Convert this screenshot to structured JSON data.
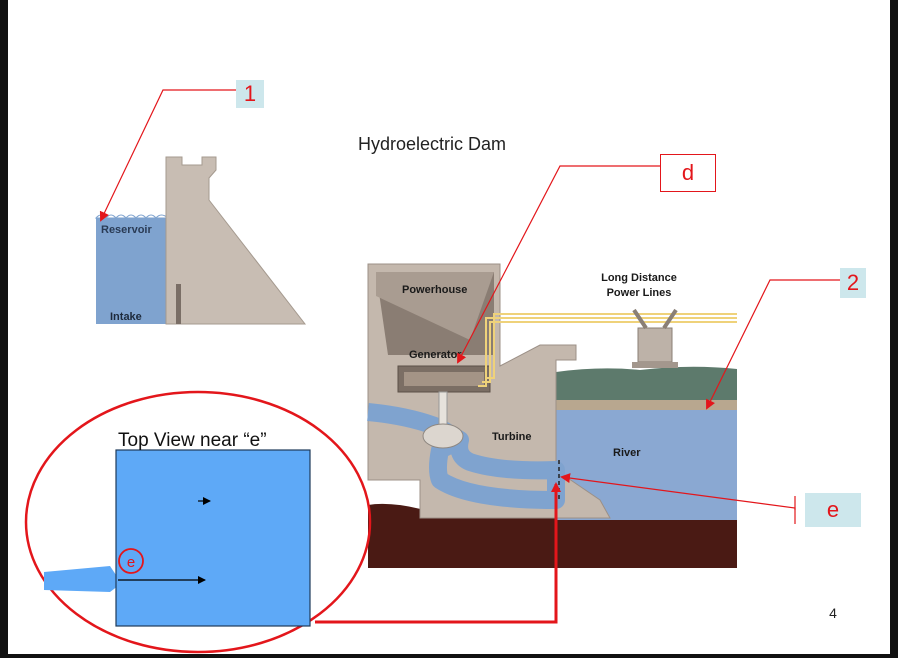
{
  "slide": {
    "title": "Hydroelectric Dam",
    "page_number": "4"
  },
  "dam_labels": {
    "reservoir": "Reservoir",
    "intake": "Intake",
    "powerhouse": "Powerhouse",
    "generator": "Generator",
    "turbine": "Turbine",
    "river": "River",
    "power_lines_line1": "Long Distance",
    "power_lines_line2": "Power Lines"
  },
  "callouts": {
    "tag_1": "1",
    "tag_2": "2",
    "tag_d": "d",
    "tag_e": "e"
  },
  "top_view": {
    "title": "Top View near “e”",
    "marker": "e"
  },
  "colors": {
    "callout_red": "#e3161b",
    "tag_fill": "#cde7ec",
    "water": "#7fa3cf",
    "top_view_water": "#5ea9f7",
    "concrete": "#c4b8ad",
    "earth": "#4a1a14"
  }
}
